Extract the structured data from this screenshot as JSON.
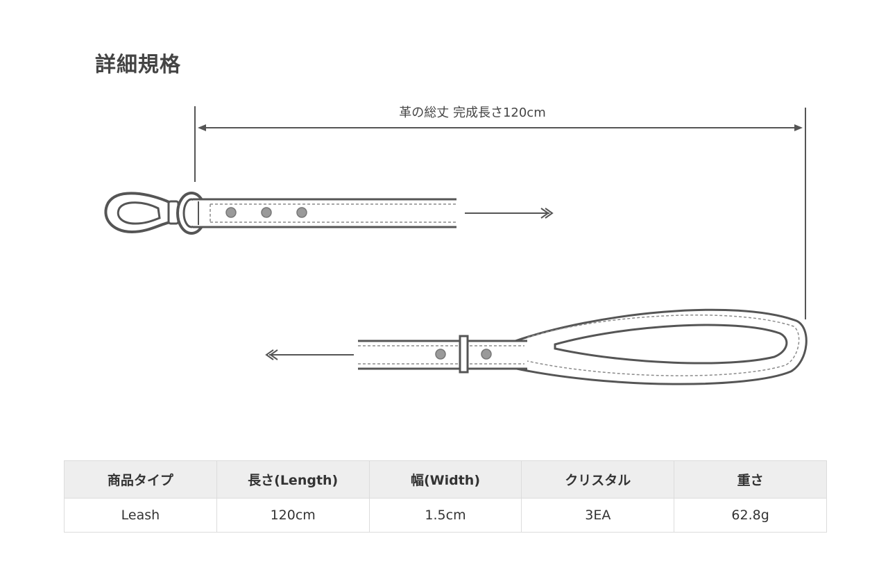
{
  "page": {
    "title": "詳細規格"
  },
  "diagram": {
    "dimension_label": "革の総丈 完成長さ120cm",
    "colors": {
      "line": "#555555",
      "strap_fill": "#ffffff",
      "rivet": "#9a9a9a",
      "stitch": "#8a8a8a"
    }
  },
  "spec_table": {
    "headers": [
      "商品タイプ",
      "長さ(Length)",
      "幅(Width)",
      "クリスタル",
      "重さ"
    ],
    "values": [
      "Leash",
      "120cm",
      "1.5cm",
      "3EA",
      "62.8g"
    ]
  }
}
